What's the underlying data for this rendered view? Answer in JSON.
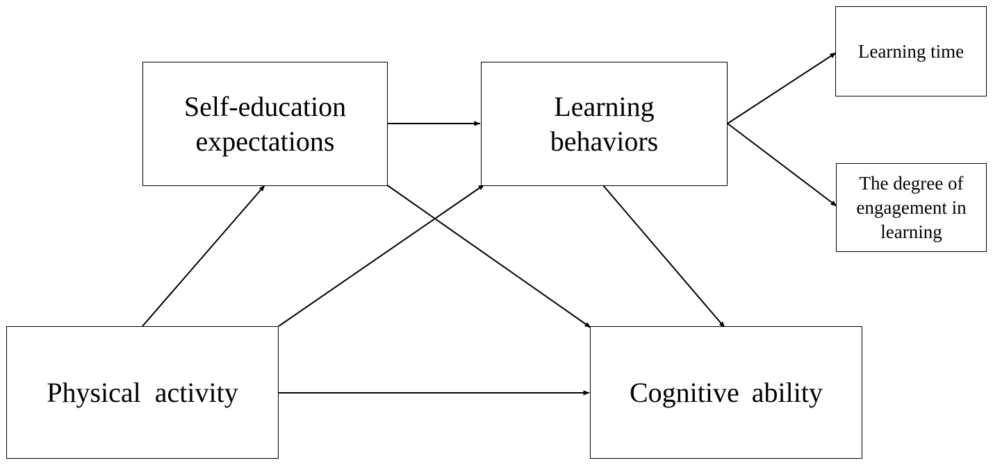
{
  "nodes": {
    "self_education_expectations": "Self-education\nexpectations",
    "learning_behaviors": "Learning\nbehaviors",
    "physical_activity": "Physical activity",
    "cognitive_ability": "Cognitive ability",
    "learning_time": "Learning time",
    "engagement": "The degree of\nengagement in\nlearning"
  },
  "edges": [
    {
      "from": "physical_activity",
      "to": "self_education_expectations"
    },
    {
      "from": "physical_activity",
      "to": "learning_behaviors"
    },
    {
      "from": "physical_activity",
      "to": "cognitive_ability"
    },
    {
      "from": "self_education_expectations",
      "to": "learning_behaviors"
    },
    {
      "from": "self_education_expectations",
      "to": "cognitive_ability"
    },
    {
      "from": "learning_behaviors",
      "to": "cognitive_ability"
    },
    {
      "from": "learning_behaviors",
      "to": "learning_time"
    },
    {
      "from": "learning_behaviors",
      "to": "engagement"
    }
  ],
  "colors": {
    "stroke": "#000000",
    "background": "#ffffff"
  }
}
